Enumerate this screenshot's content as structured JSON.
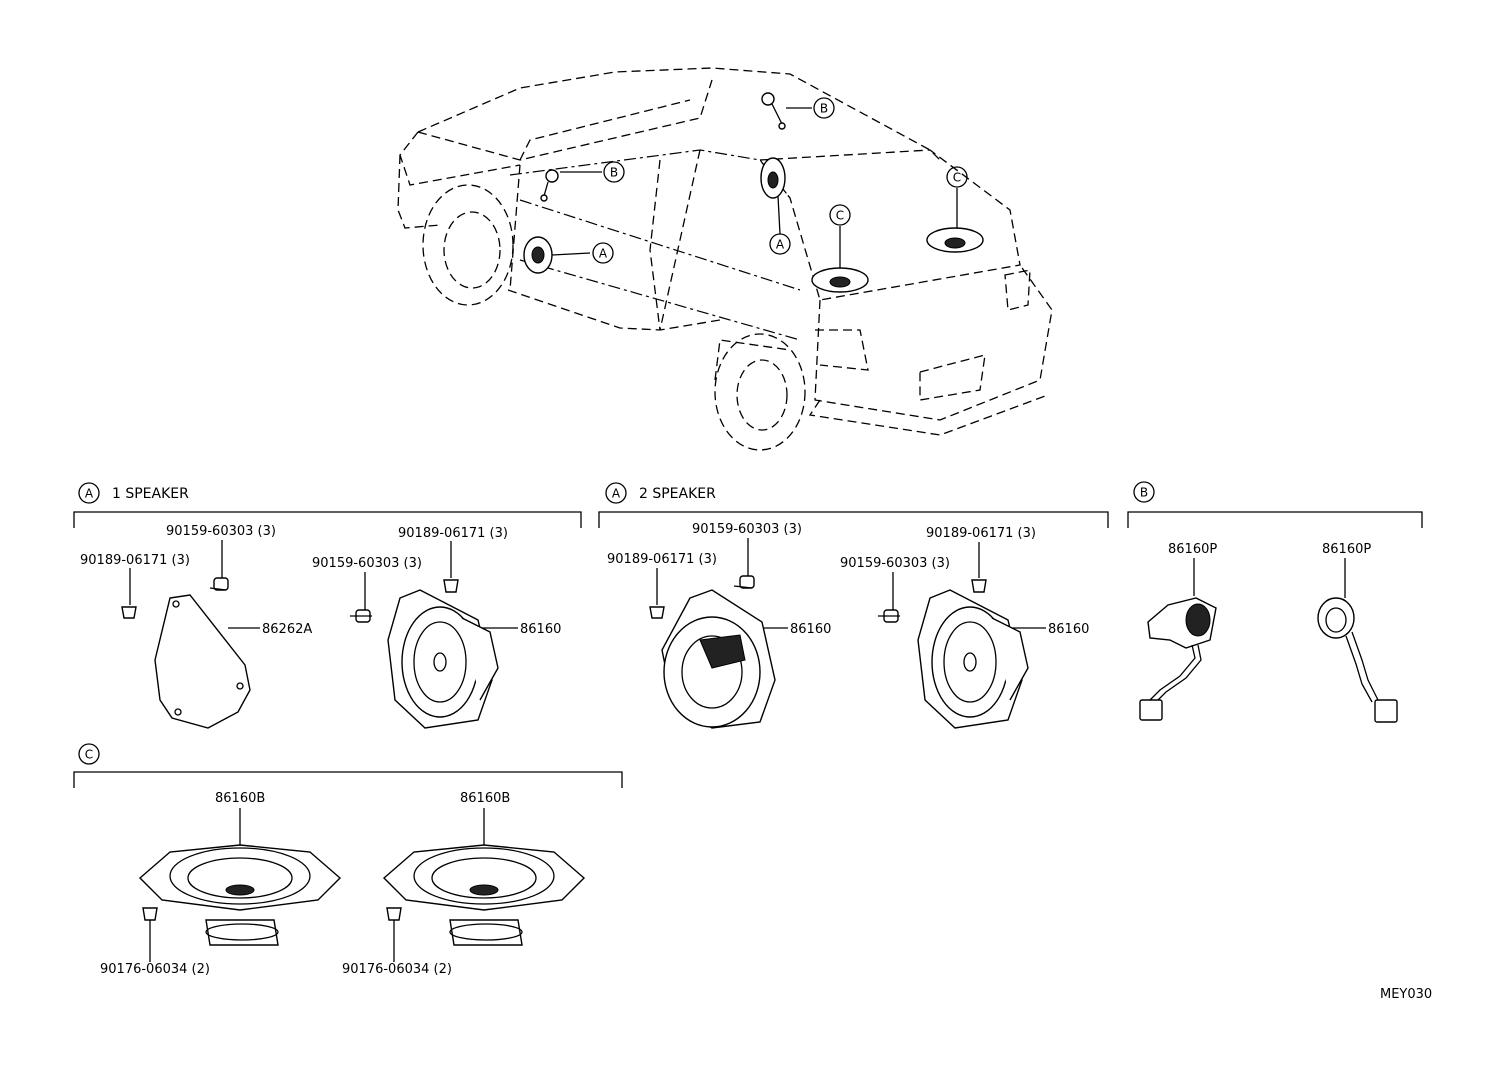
{
  "callouts": {
    "a": "A",
    "b": "B",
    "c": "C"
  },
  "sections": {
    "a1": {
      "marker": "A",
      "title": "1  SPEAKER"
    },
    "a2": {
      "marker": "A",
      "title": "2  SPEAKER"
    },
    "b": {
      "marker": "B"
    },
    "c": {
      "marker": "C"
    }
  },
  "parts": {
    "a1_screw_left": "90189-06171 (3)",
    "a1_bolt_top": "90159-60303 (3)",
    "a1_cover": "86262A",
    "a1_bolt_mid": "90159-60303 (3)",
    "a1_screw_right": "90189-06171 (3)",
    "a1_speaker": "86160",
    "a2_screw_left": "90189-06171 (3)",
    "a2_bolt_top": "90159-60303 (3)",
    "a2_speaker_left": "86160",
    "a2_bolt_mid": "90159-60303 (3)",
    "a2_screw_right": "90189-06171 (3)",
    "a2_speaker_right": "86160",
    "b_tweeter_left": "86160P",
    "b_tweeter_right": "86160P",
    "c_speaker_left": "86160B",
    "c_speaker_right": "86160B",
    "c_clip_left": "90176-06034 (2)",
    "c_clip_right": "90176-06034 (2)"
  },
  "diagram_code": "MEY030"
}
